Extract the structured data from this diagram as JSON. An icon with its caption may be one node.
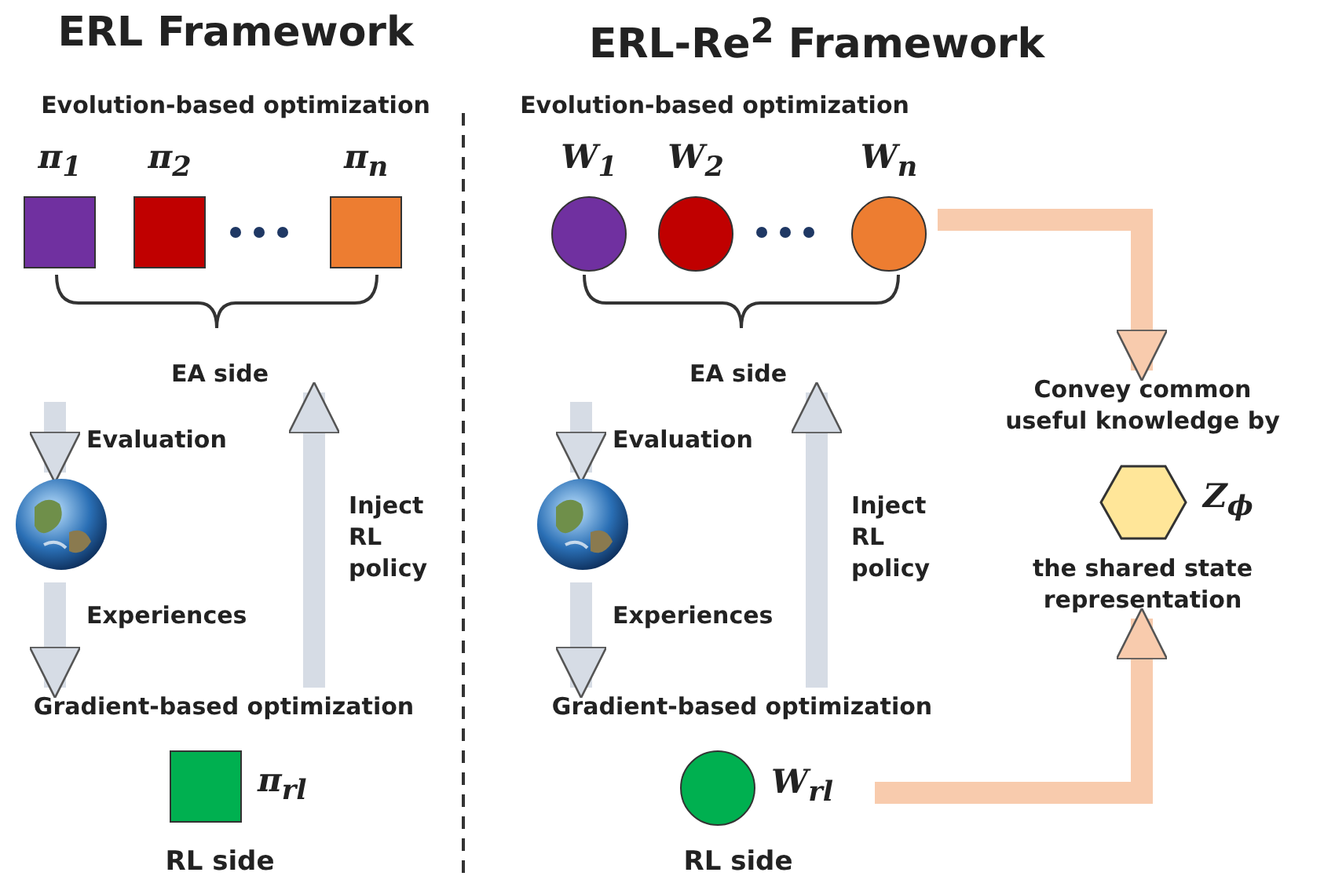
{
  "diagram": {
    "nodes": [
      {
        "text": [
          "π$_{1}$"
        ]
      },
      {
        "text": [
          "π$_{2}$"
        ]
      },
      {
        "text": [
          "π$_{n}$"
        ]
      },
      {
        "text": [
          "EA side"
        ]
      },
      {
        "text": [],
        "shape": "picture"
      },
      {
        "text": [
          "Gradient-based optimization"
        ]
      },
      {
        "text": [
          "π$_{rl}$"
        ]
      },
      {
        "text": [
          "W$_{1}$"
        ]
      },
      {
        "text": [
          "W$_{2}$"
        ]
      },
      {
        "text": [
          "W$_{n}$"
        ]
      },
      {
        "text": [
          "EA side"
        ]
      },
      {
        "text": [],
        "shape": "picture"
      },
      {
        "text": [
          "Gradient-based optimization"
        ]
      },
      {
        "text": [
          "W$_{rl}$"
        ]
      },
      {
        "text": [
          "Convey common useful knowledge by"
        ]
      },
      {
        "text": [],
        "shape": "hexagon",
        "beside": [
          "Z$_{ϕ}$"
        ]
      },
      {
        "text": [
          "the shared state representation"
        ]
      }
    ],
    "edges": [
      {
        "from": null,
        "to": 4,
        "arrow": "to",
        "label": "Evaluation"
      },
      {
        "from": 4,
        "to": 5,
        "arrow": "to",
        "label": "Experiences"
      },
      {
        "from": 5,
        "to": 3,
        "arrow": "to",
        "label": "Inject RL policy"
      },
      {
        "from": null,
        "to": 11,
        "arrow": "to",
        "label": "Evaluation"
      },
      {
        "from": 11,
        "to": 12,
        "arrow": "to",
        "label": "Experiences"
      },
      {
        "from": 12,
        "to": 10,
        "arrow": "to",
        "label": "Inject RL policy"
      },
      {
        "from": 9,
        "to": 14,
        "arrow": "to",
        "color": "#f8cbad"
      },
      {
        "from": 13,
        "to": 16,
        "arrow": "to",
        "color": "#f8cbad"
      }
    ],
    "labels": [
      "ERL Framework",
      "ERL-Re$^{2}$ Framework",
      "Evolution-based optimization",
      "Evolution-based optimization",
      "RL side",
      "RL side"
    ]
  }
}
